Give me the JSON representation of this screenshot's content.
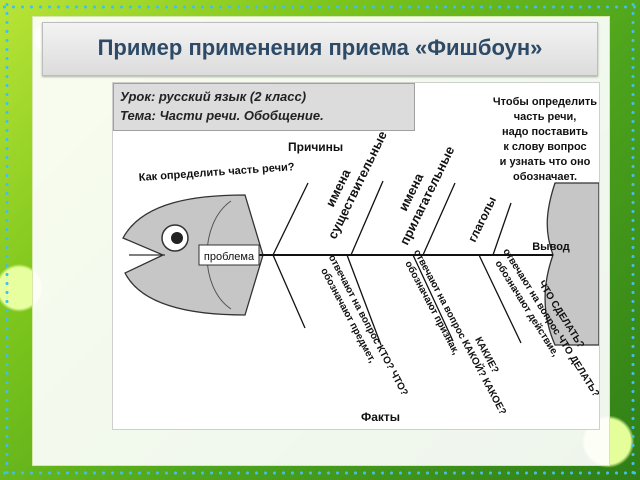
{
  "slide": {
    "title": "Пример применения приема «Фишбоун»",
    "lesson": "Урок: русский язык (2 класс)",
    "topic": "Тема: Части речи. Обобщение."
  },
  "diagram": {
    "top_label": "Причины",
    "bottom_label": "Факты",
    "question": "Как определить часть речи?",
    "head": "проблема",
    "tail": "Вывод",
    "conclusion": [
      "Чтобы определить",
      "часть речи,",
      "надо поставить",
      "к слову вопрос",
      "и узнать что оно",
      "обозначает."
    ],
    "causes": [
      {
        "lines": [
          "имена",
          "существительные"
        ]
      },
      {
        "lines": [
          "имена",
          "прилагательные"
        ]
      },
      {
        "lines": [
          "глаголы"
        ]
      }
    ],
    "facts": [
      {
        "lines": [
          "обозначают предмет,",
          "отвечают на вопрос КТО? ЧТО?"
        ]
      },
      {
        "lines": [
          "обозначают признак,",
          "отвечают на вопрос КАКОЙ? КАКОЕ?",
          "КАКИЕ?"
        ]
      },
      {
        "lines": [
          "обозначают действие,",
          "отвечают на вопрос ЧТО ДЕЛАТЬ?",
          "ЧТО СДЕЛАТЬ?"
        ]
      }
    ]
  },
  "colors": {
    "fish_fill": "#c6c6c6",
    "background_green": "#5aa81c",
    "title_text": "#2d4a66",
    "dot_border": "#3fbff0"
  }
}
